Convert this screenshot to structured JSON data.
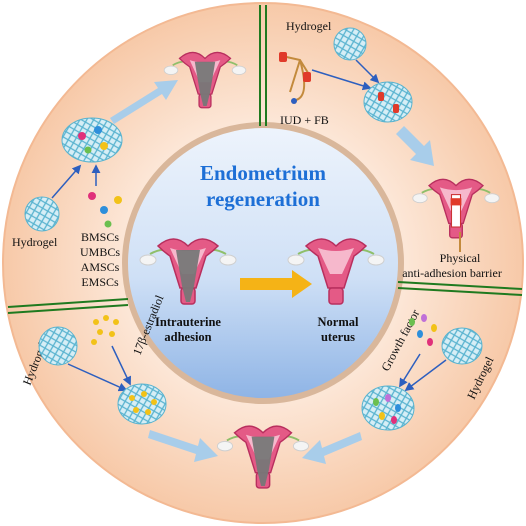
{
  "center": {
    "title_line1": "Endometrium",
    "title_line2": "regeneration",
    "left_label_line1": "Intrauterine",
    "left_label_line2": "adhesion",
    "right_label_line1": "Normal",
    "right_label_line2": "uterus"
  },
  "top_left": {
    "hydrogel_label": "Hydrogel",
    "cells": [
      "BMSCs",
      "UMBCs",
      "AMSCs",
      "EMSCs"
    ]
  },
  "top_right": {
    "hydrogel_label": "Hydrogel",
    "device_label": "IUD + FB",
    "barrier_line1": "Physical",
    "barrier_line2": "anti-adhesion barrier"
  },
  "bottom_left": {
    "hydrogel_label": "Hydrogel",
    "drug_label": "17β-estradiol"
  },
  "bottom_right": {
    "growth_label": "Growth factor",
    "hydrogel_label": "Hydrogel"
  },
  "colors": {
    "ring": "#fcd6bd",
    "ring_edge": "#f3b993",
    "inner_top": "#e9f1fb",
    "inner_bottom": "#8fb5e6",
    "divider": "#1f7a1f",
    "arrow": "#a8cdea",
    "center_arrow": "#f5b316",
    "title": "#1d6fd6",
    "hydrogel": "#8fd0e4"
  }
}
